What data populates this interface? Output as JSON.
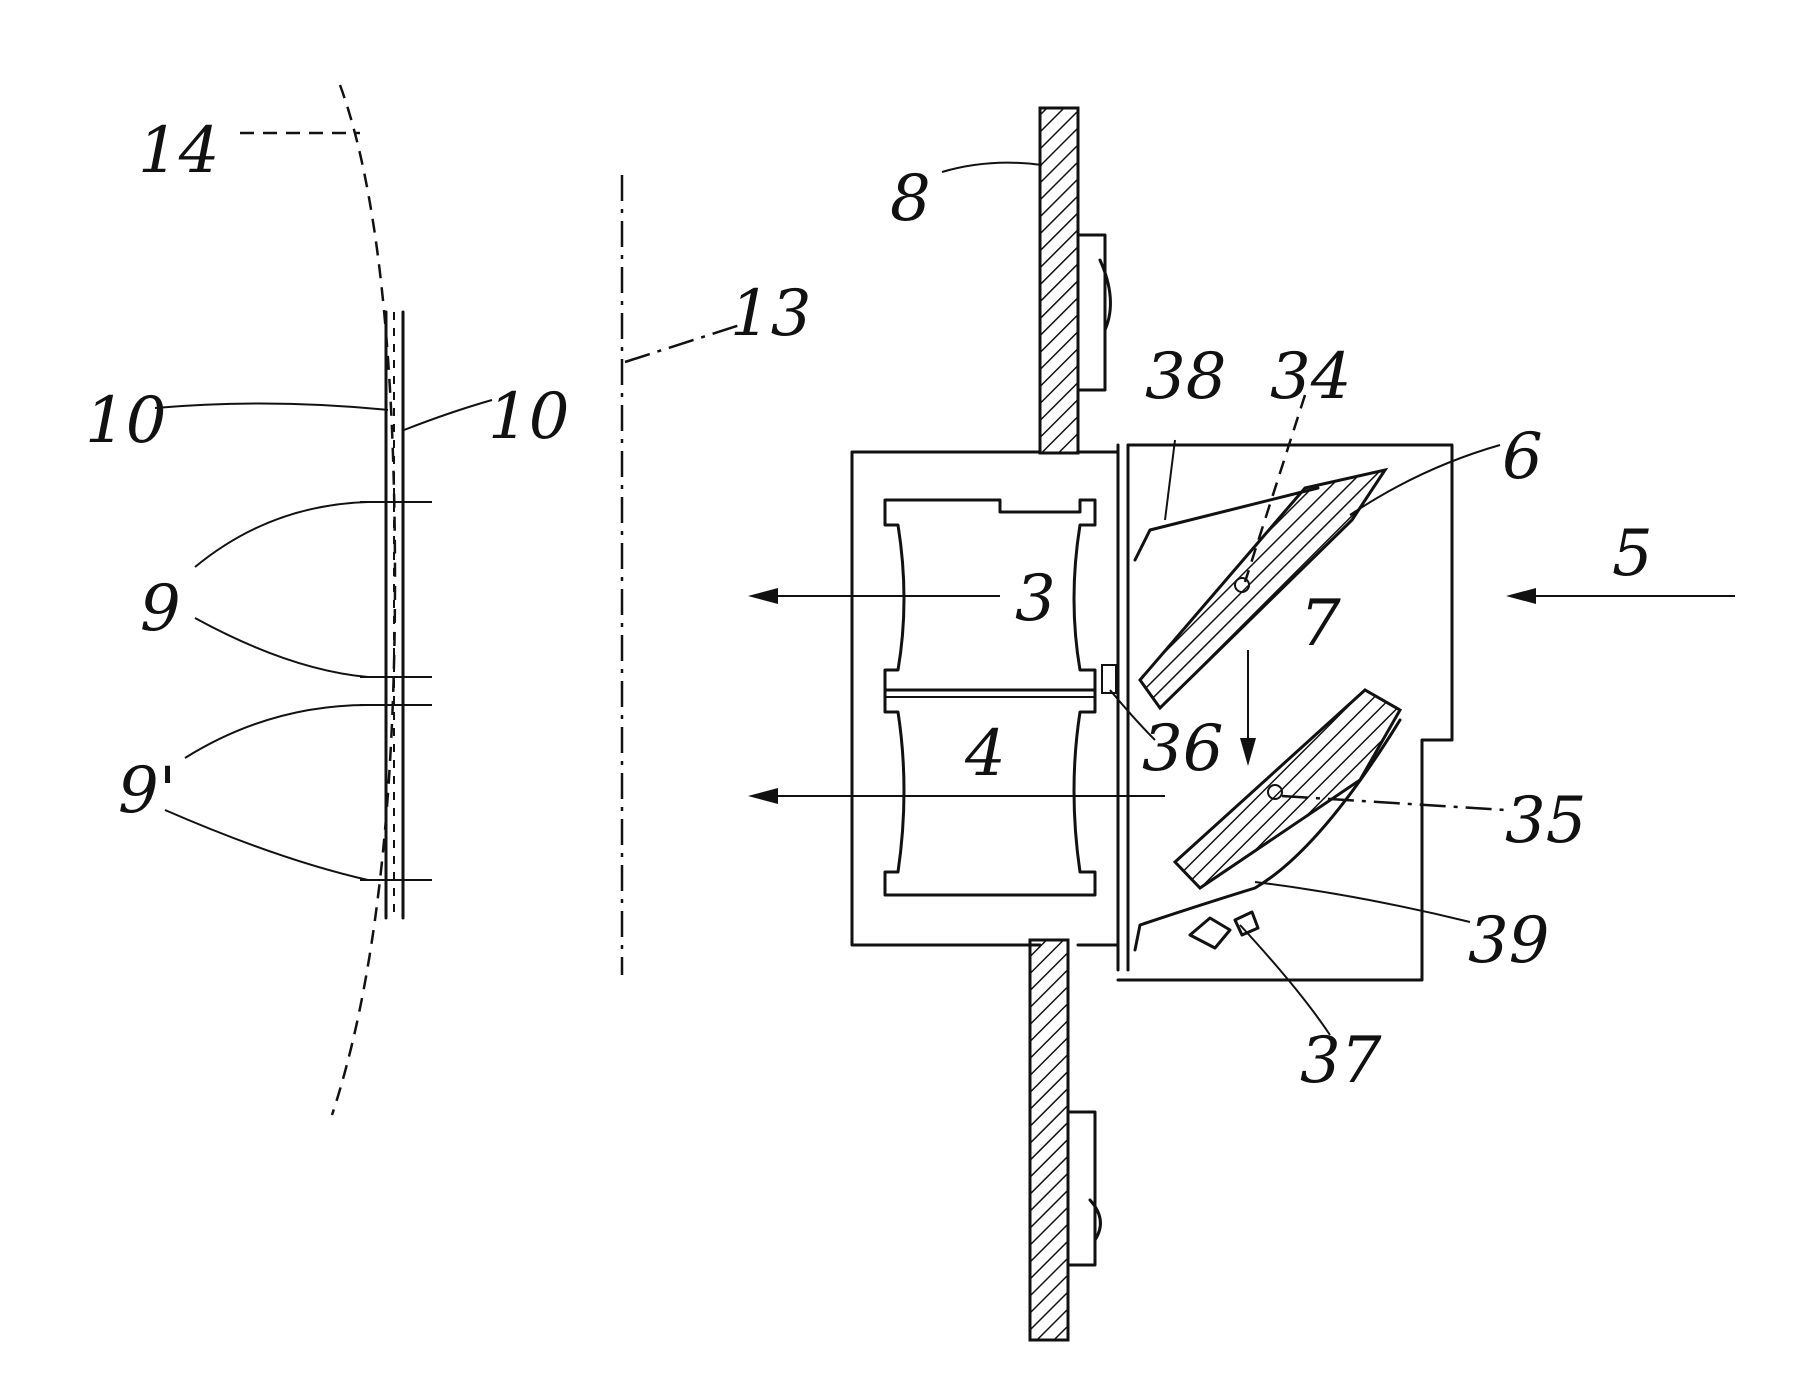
{
  "figure": {
    "labels": {
      "l14": "14",
      "l13": "13",
      "l8": "8",
      "l10a": "10",
      "l10b": "10",
      "l9": "9",
      "l9p": "9'",
      "l38": "38",
      "l34": "34",
      "l6": "6",
      "l5": "5",
      "l3": "3",
      "l7": "7",
      "l4": "4",
      "l36": "36",
      "l35": "35",
      "l39": "39",
      "l37": "37"
    }
  }
}
